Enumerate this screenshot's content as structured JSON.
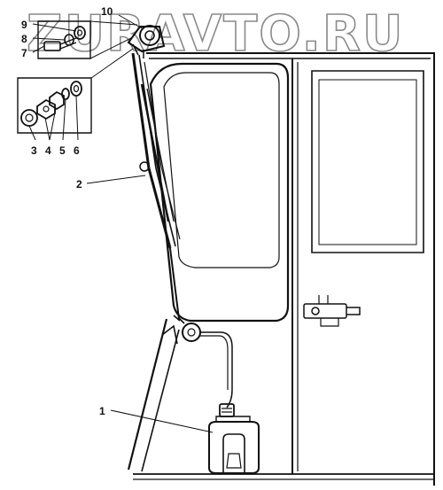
{
  "watermark": "ZURAVTO.RU",
  "callouts": {
    "c1": "1",
    "c2": "2",
    "c3": "3",
    "c4": "4",
    "c5": "5",
    "c6": "6",
    "c7": "7",
    "c8": "8",
    "c9": "9",
    "c10": "10"
  },
  "colors": {
    "ink": "#111111",
    "watermark": "#8a8a8a",
    "background": "#ffffff"
  }
}
